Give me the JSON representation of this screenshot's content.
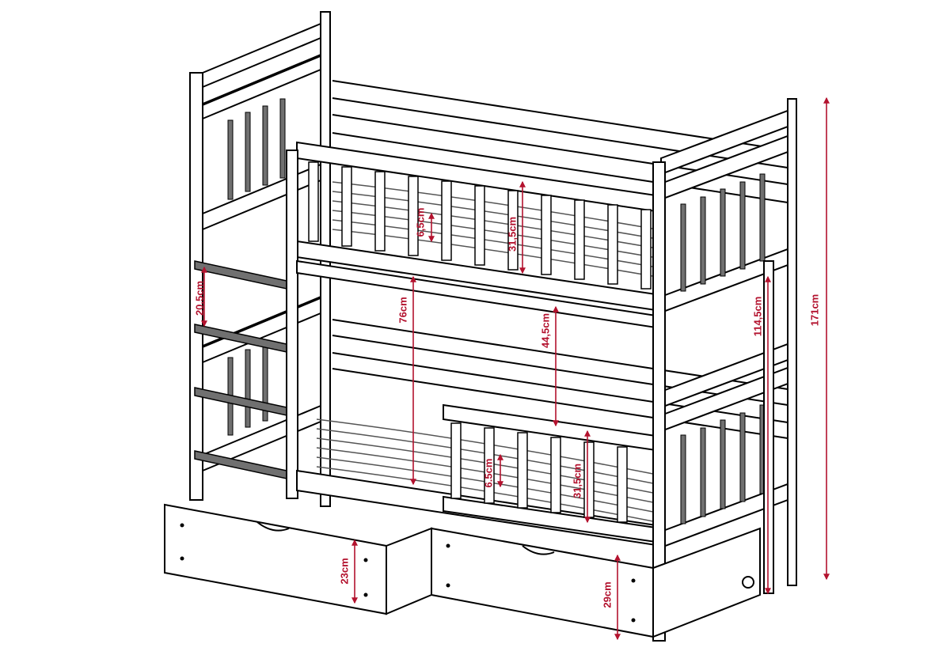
{
  "diagram": {
    "line_color": "#000000",
    "fill_color": "#ffffff",
    "slat_color": "#707070",
    "dimension_color": "#b3122e",
    "dimensions": {
      "upper_slat_gap": "6,5cm",
      "upper_guard_height": "31,5cm",
      "ladder_step_spacing": "20,5cm",
      "upper_bed_from_floor": "76cm",
      "clearance_between_beds": "44,5cm",
      "upper_frame_height": "114,5cm",
      "total_height": "171cm",
      "lower_slat_gap": "6.5cm",
      "lower_guard_height": "31,5cm",
      "drawer_height": "23cm",
      "lower_bed_from_floor": "29cm"
    }
  }
}
